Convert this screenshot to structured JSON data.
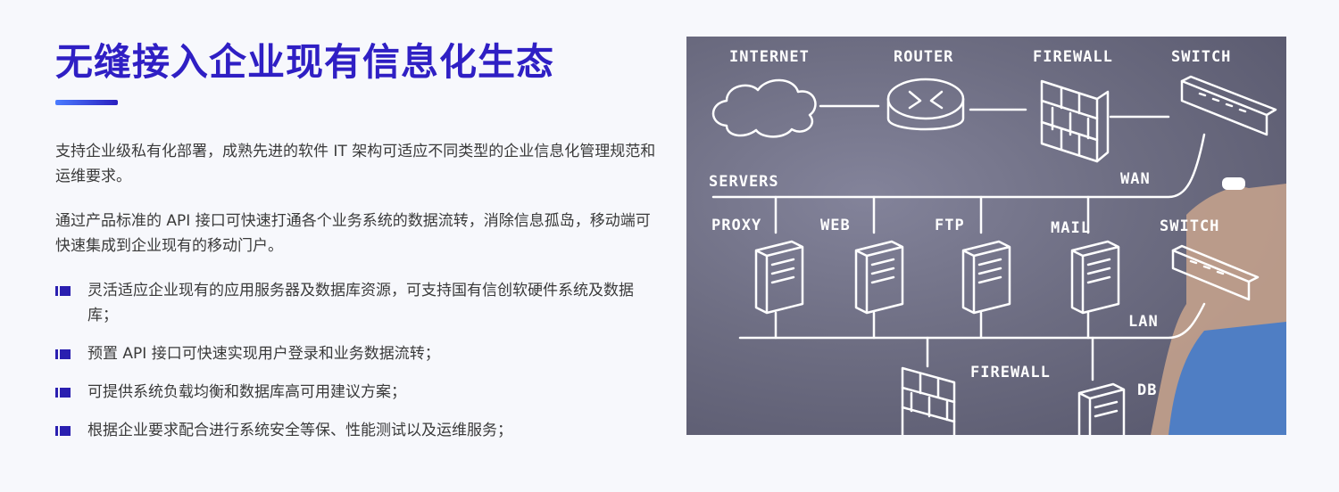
{
  "heading": {
    "title": "无缝接入企业现有信息化生态"
  },
  "intro": {
    "paragraph1": "支持企业级私有化部署，成熟先进的软件 IT 架构可适应不同类型的企业信息化管理规范和运维要求。",
    "paragraph2": "通过产品标准的 API 接口可快速打通各个业务系统的数据流转，消除信息孤岛，移动端可快速集成到企业现有的移动门户。"
  },
  "features": [
    "灵活适应企业现有的应用服务器及数据库资源，可支持国有信创软硬件系统及数据库；",
    "预置 API 接口可快速实现用户登录和业务数据流转；",
    "可提供系统负载均衡和数据库高可用建议方案；",
    "根据企业要求配合进行系统安全等保、性能测试以及运维服务；"
  ],
  "diagram": {
    "labels": {
      "internet": "INTERNET",
      "router": "ROUTER",
      "firewall_top": "FIREWALL",
      "switch_top": "SWITCH",
      "servers": "SERVERS",
      "wan": "WAN",
      "proxy": "PROXY",
      "web": "WEB",
      "ftp": "FTP",
      "mail": "MAIL",
      "switch_mid": "SWITCH",
      "lan": "LAN",
      "firewall_bottom": "FIREWALL",
      "db": "DB"
    }
  },
  "colors": {
    "title": "#2f1fc4",
    "accent": "#2a1fb0",
    "background": "#f7f8fc"
  }
}
